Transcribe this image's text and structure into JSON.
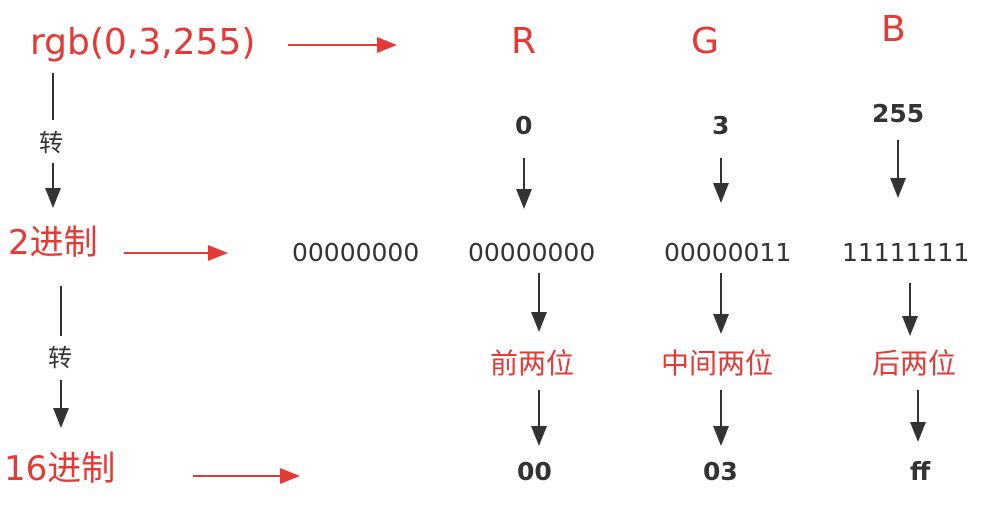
{
  "left_labels": {
    "rgb": "rgb(0,3,255)",
    "convert1": "转",
    "binary": "2进制",
    "convert2": "转",
    "hex": "16进制"
  },
  "channels": {
    "r": {
      "letter": "R",
      "decimal": "0",
      "binary": "00000000",
      "segment": "前两位",
      "hex": "00"
    },
    "g": {
      "letter": "G",
      "decimal": "3",
      "binary": "00000011",
      "segment": "中间两位",
      "hex": "03"
    },
    "b": {
      "letter": "B",
      "decimal": "255",
      "binary": "11111111",
      "segment": "后两位",
      "hex": "ff"
    }
  },
  "alpha_binary": "00000000",
  "colors": {
    "accent_red": "#e53935",
    "text_dark": "#333333"
  }
}
